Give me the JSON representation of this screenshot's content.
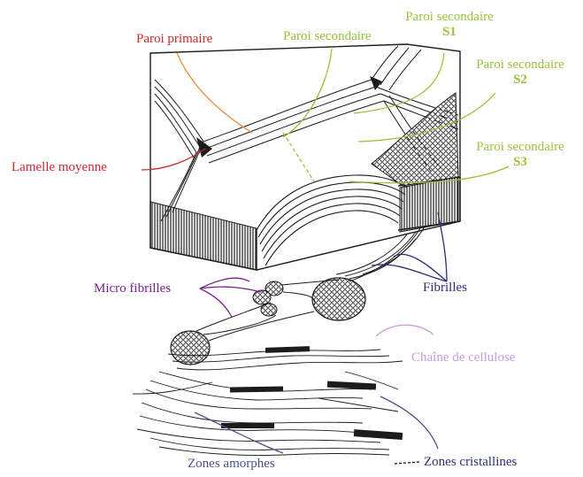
{
  "labels": {
    "paroi_primaire": "Paroi primaire",
    "paroi_secondaire": "Paroi secondaire",
    "s1_line1": "Paroi secondaire",
    "s1_line2": "S1",
    "s2_line1": "Paroi secondaire",
    "s2_line2": "S2",
    "s3_line1": "Paroi secondaire",
    "s3_line2": "S3",
    "lamelle_moyenne": "Lamelle moyenne",
    "micro_fibrilles": "Micro fibrilles",
    "fibrilles": "Fibrilles",
    "chaine_cellulose": "Chaîne de cellulose",
    "zones_amorphes": "Zones amorphes",
    "zones_cristallines": "Zones cristallines"
  },
  "colors": {
    "red": "#d0262b",
    "orange": "#f08a3c",
    "green": "#9ac23a",
    "purple": "#7b1f8c",
    "navy": "#2b2f7a",
    "lavender": "#c79be0",
    "slate": "#4c5289",
    "ink": "#1c1c1c"
  }
}
